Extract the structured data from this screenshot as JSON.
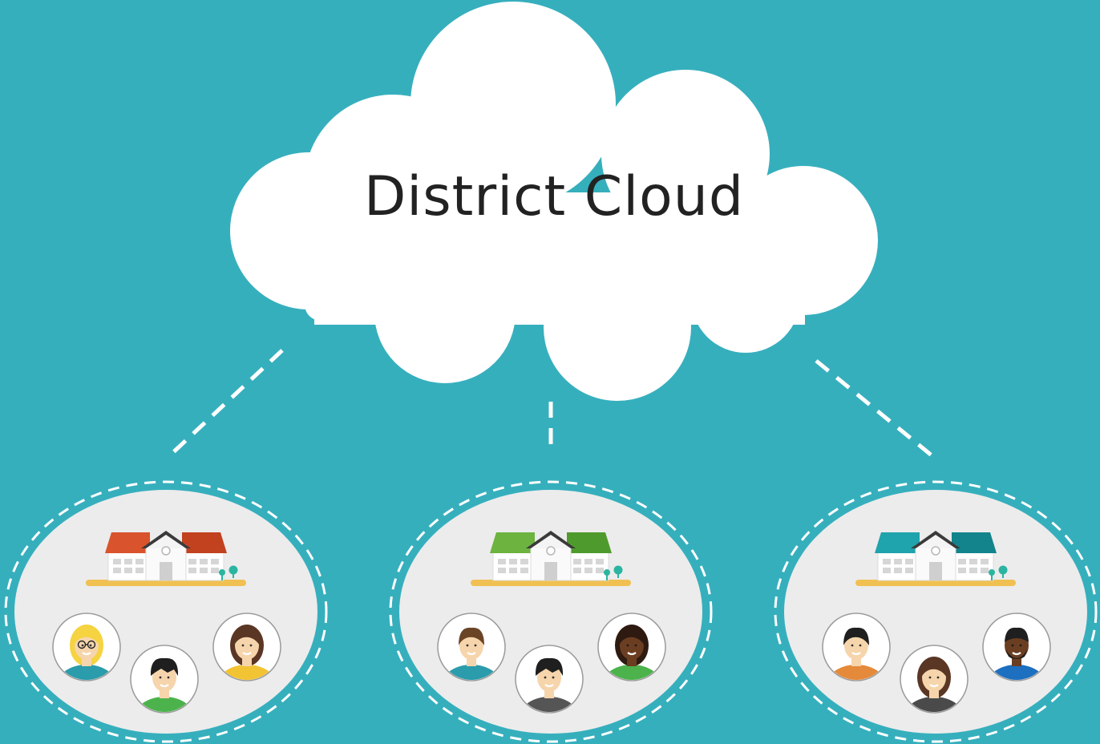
{
  "cloud": {
    "title": "District Cloud"
  },
  "colors": {
    "background": "#36afbd",
    "cloud": "#ffffff",
    "title_text": "#222222",
    "connector": "#ffffff",
    "group_fill": "#ececec",
    "group_dash": "#ffffff",
    "ground": "#f0c052",
    "tree": "#2bb5a0",
    "skin": "#f6d5ac",
    "skin_dark": "#6b3e22"
  },
  "schools": [
    {
      "roof_color": "#d9532c",
      "roof_shade": "#c2411f",
      "people": [
        {
          "hair": "#f5d341",
          "shirt": "#2a9cab",
          "style": "glasses"
        },
        {
          "hair": "#1f1f1f",
          "shirt": "#4cb34c",
          "style": "spiky"
        },
        {
          "hair": "#5a3624",
          "shirt": "#f2c333",
          "style": "bob"
        }
      ]
    },
    {
      "roof_color": "#6cb33f",
      "roof_shade": "#4f9a2c",
      "people": [
        {
          "hair": "#6b4426",
          "shirt": "#2a9cab",
          "style": "short"
        },
        {
          "hair": "#1f1f1f",
          "shirt": "#555555",
          "style": "spiky"
        },
        {
          "hair": "#2e1a10",
          "shirt": "#4cb34c",
          "style": "curly"
        }
      ]
    },
    {
      "roof_color": "#1fa3ac",
      "roof_shade": "#13848c",
      "people": [
        {
          "hair": "#1f1f1f",
          "shirt": "#e58a3a",
          "style": "short"
        },
        {
          "hair": "#5a3624",
          "shirt": "#4a4a4a",
          "style": "long"
        },
        {
          "hair": "#1f1f1f",
          "shirt": "#1d6fc0",
          "style": "beard"
        }
      ]
    }
  ]
}
